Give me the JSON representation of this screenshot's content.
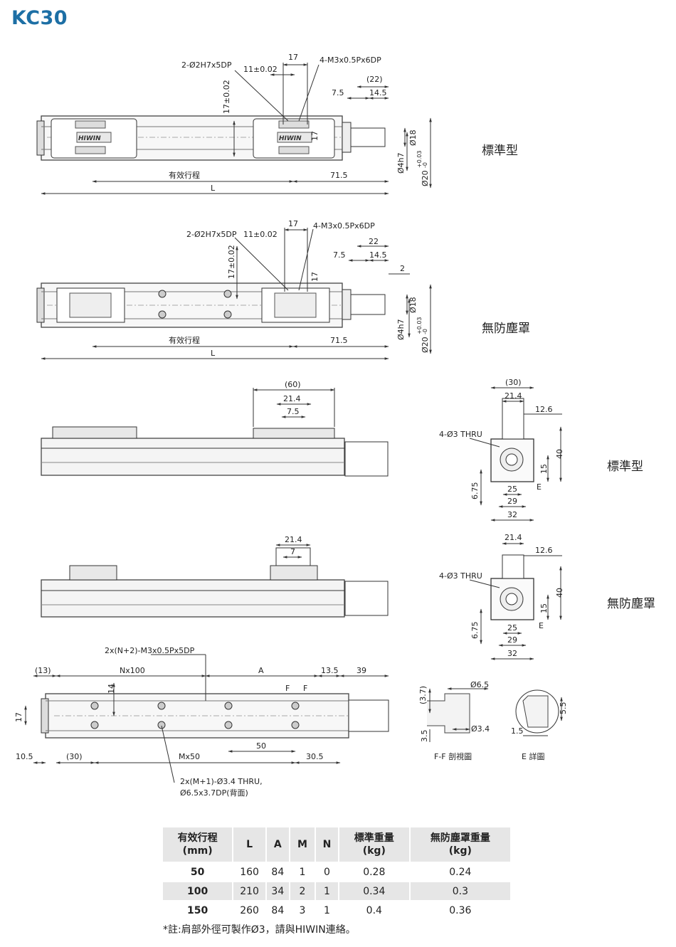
{
  "title": "KC30",
  "views": {
    "standard_label": "標準型",
    "no_cover_label": "無防塵罩",
    "standard_label_2": "標準型",
    "no_cover_label_2": "無防塵罩"
  },
  "top_view_1": {
    "pin_hole": "2-Ø2H7x5DP",
    "hole_pitch": "11±0.02",
    "width_17": "17",
    "tap": "4-M3x0.5Px6DP",
    "dim_22": "(22)",
    "dim_7_5": "7.5",
    "dim_14_5": "14.5",
    "dim_17_02": "17±0.02",
    "dim_17b": "17",
    "dim_d18": "Ø18",
    "dim_d4h7": "Ø4h7",
    "dim_d20": "Ø20",
    "d20_tol_plus": "+0.03",
    "d20_tol_minus": "-0",
    "stroke": "有效行程",
    "dim_71_5": "71.5",
    "dim_L": "L",
    "brand": "HIWIN"
  },
  "top_view_2": {
    "pin_hole": "2-Ø2H7x5DP",
    "hole_pitch": "11±0.02",
    "width_17": "17",
    "tap": "4-M3x0.5Px6DP",
    "dim_22": "22",
    "dim_7_5": "7.5",
    "dim_14_5": "14.5",
    "dim_2": "2",
    "dim_17_02": "17±0.02",
    "dim_17b": "17",
    "dim_d18": "Ø18",
    "dim_d4h7": "Ø4h7",
    "dim_d20": "Ø20",
    "d20_tol_plus": "+0.03",
    "d20_tol_minus": "-0",
    "stroke": "有效行程",
    "dim_71_5": "71.5",
    "dim_L": "L"
  },
  "side_view_1": {
    "dim_60": "(60)",
    "dim_21_4": "21.4",
    "dim_7_5": "7.5"
  },
  "side_view_2": {
    "dim_21_4": "21.4",
    "dim_7": "7"
  },
  "end_view_1": {
    "dim_30": "(30)",
    "dim_21_4": "21.4",
    "dim_12_6": "12.6",
    "thru": "4-Ø3 THRU",
    "dim_40": "40",
    "dim_15": "15",
    "dim_6_75": "6.75",
    "dim_25": "25",
    "dim_29": "29",
    "dim_32": "32",
    "detail_e": "E"
  },
  "end_view_2": {
    "dim_21_4": "21.4",
    "dim_12_6": "12.6",
    "thru": "4-Ø3 THRU",
    "dim_40": "40",
    "dim_15": "15",
    "dim_6_75": "6.75",
    "dim_25": "25",
    "dim_29": "29",
    "dim_32": "32",
    "detail_e": "E"
  },
  "bottom_view": {
    "tap": "2x(N+2)-M3x0.5Px5DP",
    "dim_13": "(13)",
    "nx100": "Nx100",
    "dim_A": "A",
    "dim_13_5": "13.5",
    "dim_39": "39",
    "dim_14": "14",
    "dim_17": "17",
    "dim_F1": "F",
    "dim_F2": "F",
    "dim_50": "50",
    "dim_10_5": "10.5",
    "dim_30": "(30)",
    "mx50": "Mx50",
    "dim_30_5": "30.5",
    "thru_line1": "2x(M+1)-Ø3.4 THRU,",
    "thru_line2": "Ø6.5x3.7DP(背面)"
  },
  "section_ff": {
    "dim_6_5": "Ø6.5",
    "dim_3_7": "(3.7)",
    "dim_3_4": "Ø3.4",
    "dim_3_5": "3.5",
    "caption": "F-F 剖視圖"
  },
  "detail_e": {
    "dim_5_5": "5.5",
    "dim_1_5": "1.5",
    "caption": "E 詳圖"
  },
  "table": {
    "headers": [
      "有效行程\n(mm)",
      "L",
      "A",
      "M",
      "N",
      "標準重量\n(kg)",
      "無防塵罩重量\n(kg)"
    ],
    "rows": [
      [
        "50",
        "160",
        "84",
        "1",
        "0",
        "0.28",
        "0.24"
      ],
      [
        "100",
        "210",
        "34",
        "2",
        "1",
        "0.34",
        "0.3"
      ],
      [
        "150",
        "260",
        "84",
        "3",
        "1",
        "0.4",
        "0.36"
      ]
    ]
  },
  "note": "*註:肩部外徑可製作Ø3，請與HIWIN連絡。"
}
